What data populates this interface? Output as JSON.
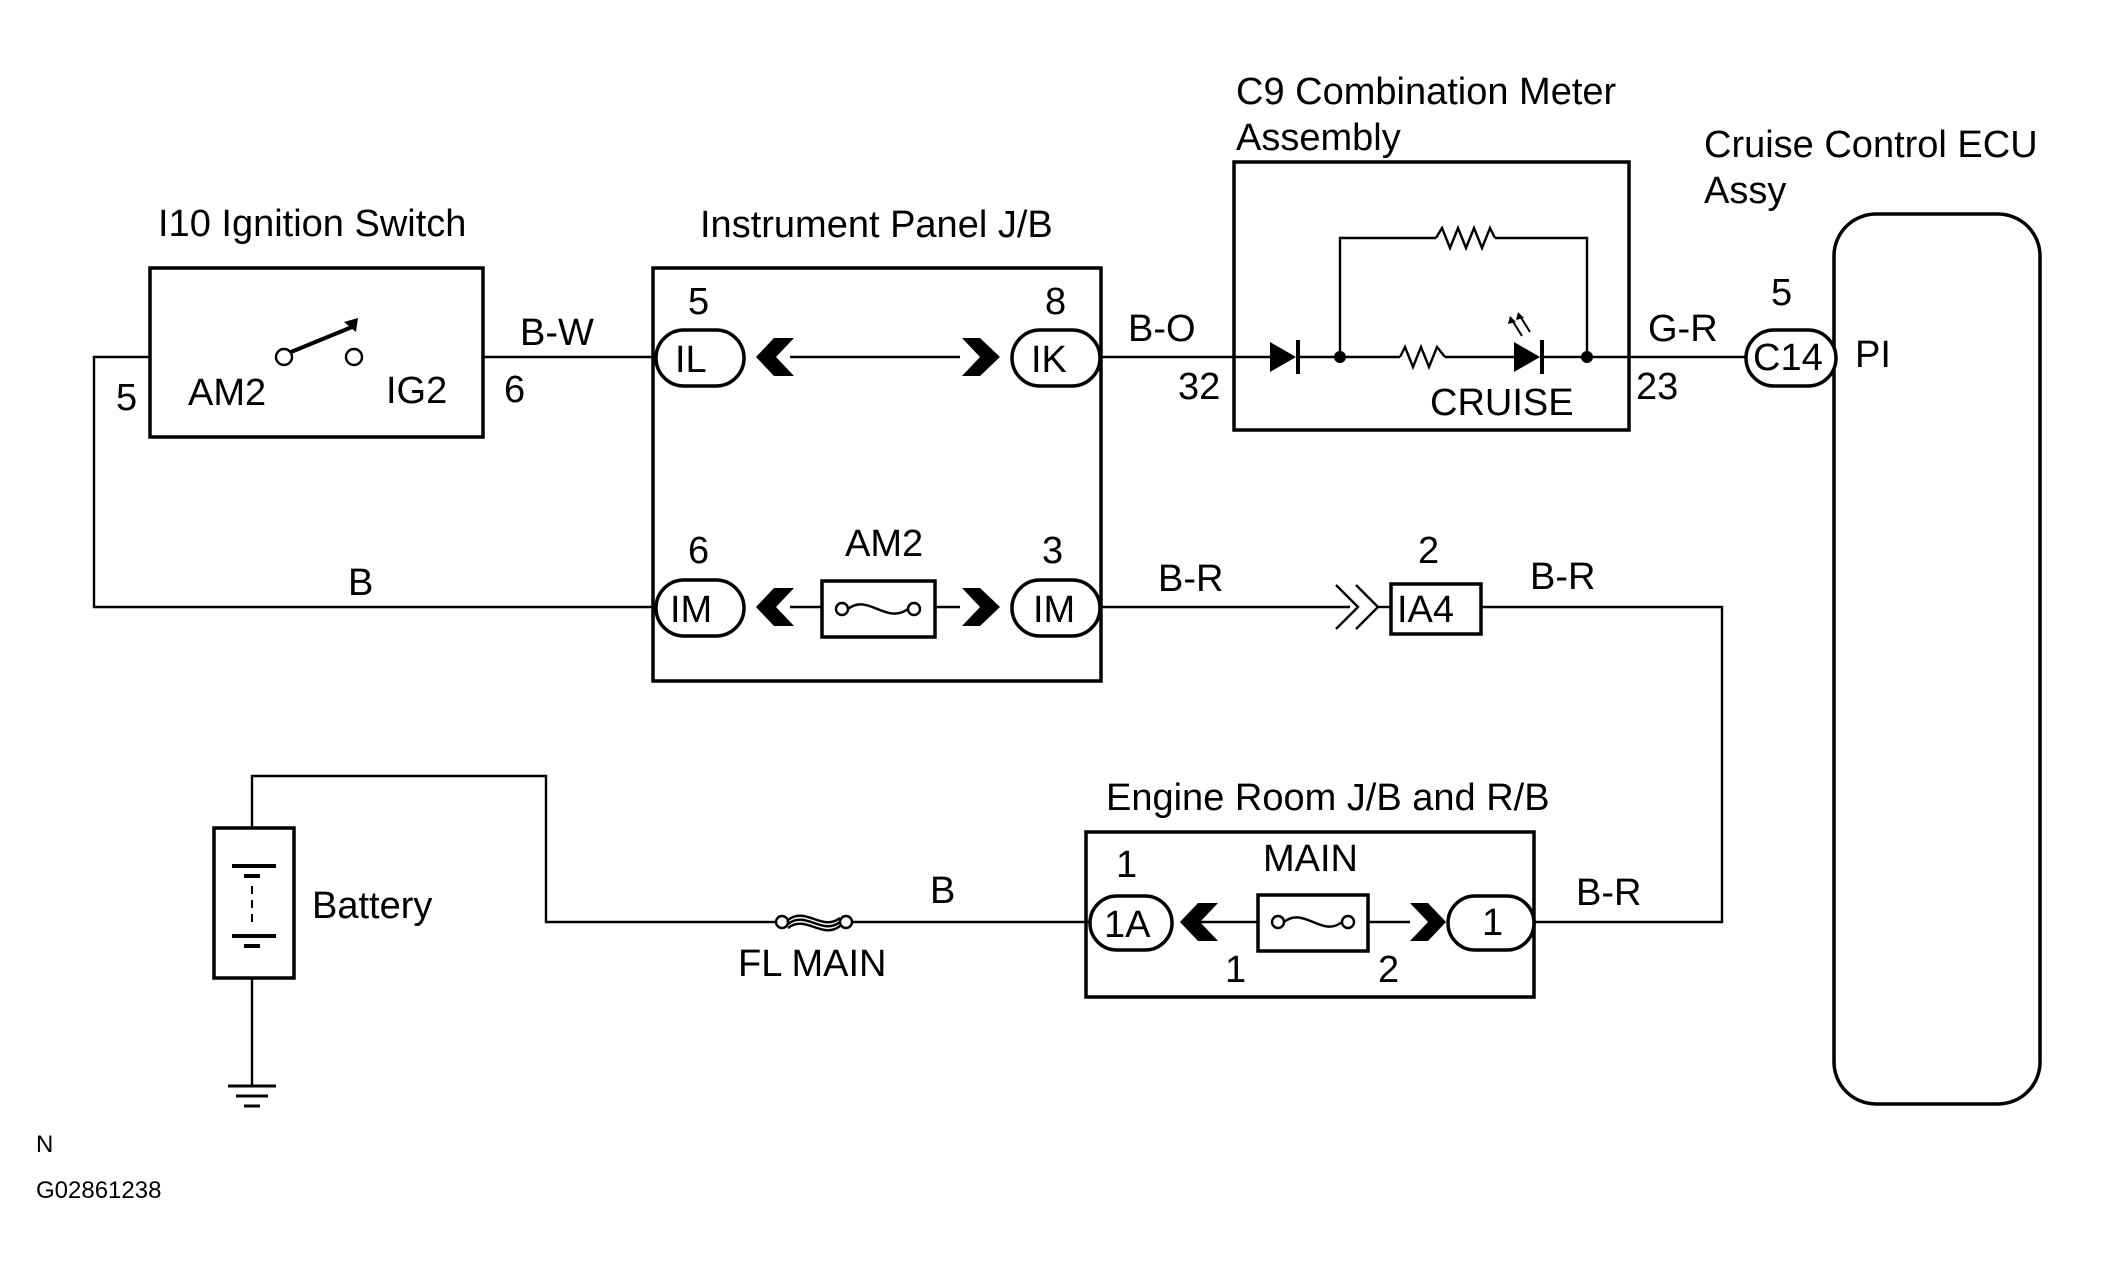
{
  "components": {
    "ignition_switch": {
      "title": "I10 Ignition Switch",
      "terminal_left": "AM2",
      "terminal_right": "IG2",
      "pin_left": "5",
      "pin_right": "6"
    },
    "instrument_panel_jb": {
      "title": "Instrument Panel J/B",
      "top_left_pin": "5",
      "top_left_conn": "IL",
      "top_right_pin": "8",
      "top_right_conn": "IK",
      "bottom_left_pin": "6",
      "bottom_left_conn": "IM",
      "bottom_right_pin": "3",
      "bottom_right_conn": "IM",
      "fuse": "AM2"
    },
    "combination_meter": {
      "title_line1": "C9 Combination Meter",
      "title_line2": "Assembly",
      "indicator": "CRUISE",
      "pin_in": "32",
      "pin_out": "23"
    },
    "cruise_ecu": {
      "title_line1": "Cruise  Control  ECU",
      "title_line2": "Assy",
      "pin": "5",
      "conn": "C14",
      "terminal": "PI"
    },
    "ia4_connector": {
      "pin": "2",
      "conn": "IA4"
    },
    "engine_room_jb": {
      "title": "Engine Room J/B and R/B",
      "fuse": "MAIN",
      "left_pin": "1",
      "left_conn": "1A",
      "right_conn": "1",
      "fuse_pin_left": "1",
      "fuse_pin_right": "2"
    },
    "battery": {
      "label": "Battery"
    },
    "fl_main": {
      "label": "FL MAIN"
    }
  },
  "wires": {
    "ig_to_jb": "B-W",
    "ig_to_jb_bottom": "B",
    "jb_to_meter": "B-O",
    "meter_to_ecu": "G-R",
    "jb_to_ia4": "B-R",
    "ia4_out": "B-R",
    "erjb_out": "B-R",
    "battery_to_erjb": "B"
  },
  "footer": {
    "north_mark": "N",
    "figure_code": "G02861238"
  }
}
